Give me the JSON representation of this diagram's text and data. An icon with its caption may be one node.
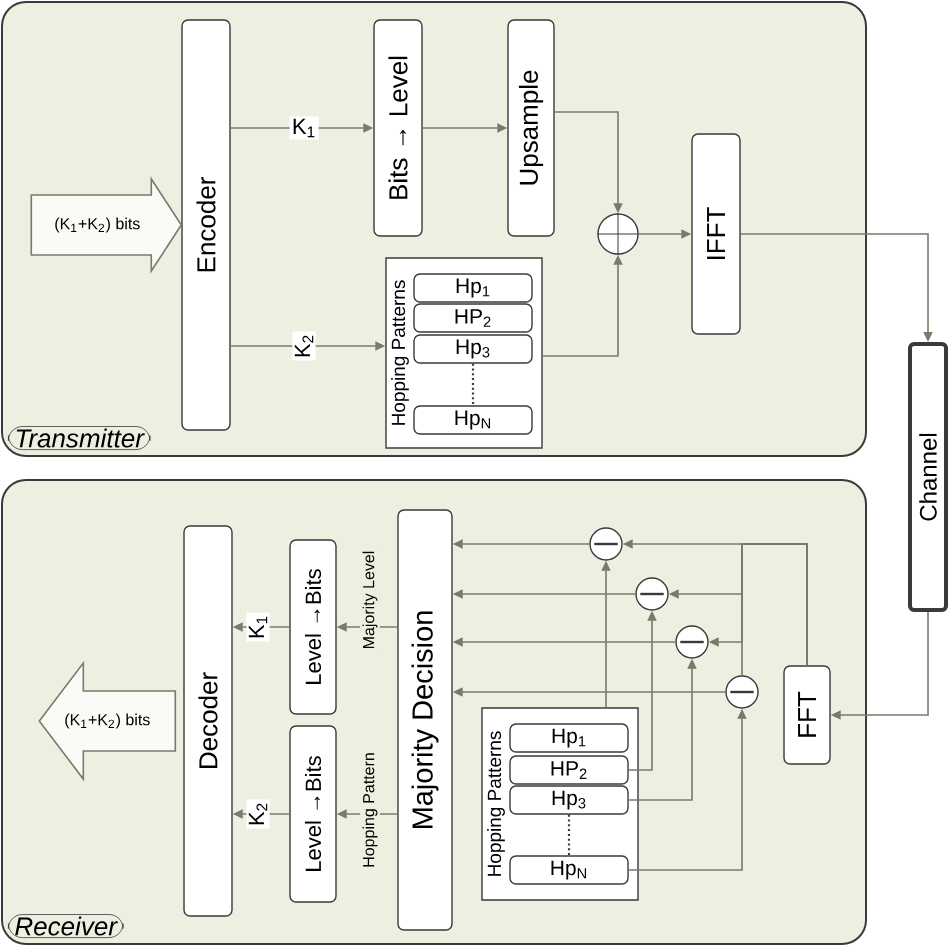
{
  "diagram": {
    "nodes": [
      {
        "text": [
          "Transmitter"
        ]
      },
      {
        "text": [
          "Encoder"
        ],
        "in": 0
      },
      {
        "text": [
          "Bits → Level"
        ],
        "in": 0
      },
      {
        "text": [
          "Upsample"
        ],
        "in": 0
      },
      {
        "text": [],
        "shape": "circle",
        "in": 0
      },
      {
        "text": [
          "IFFT"
        ],
        "in": 0
      },
      {
        "text": [
          "Hopping Patterns"
        ],
        "in": 0
      },
      {
        "text": [
          "Hp$_{1}$"
        ],
        "in": 6
      },
      {
        "text": [
          "HP$_{2}$"
        ],
        "in": 6
      },
      {
        "text": [
          "Hp$_{3}$"
        ],
        "in": 6
      },
      {
        "text": [
          "Hp$_{N}$"
        ],
        "in": 6
      },
      {
        "text": [
          "Channel"
        ]
      },
      {
        "text": [
          "Receiver"
        ]
      },
      {
        "text": [
          "Decoder"
        ],
        "in": 12
      },
      {
        "text": [
          "Level →Bits"
        ],
        "in": 12
      },
      {
        "text": [
          "Level →Bits"
        ],
        "in": 12
      },
      {
        "text": [
          "Majority Decision"
        ],
        "in": 12
      },
      {
        "text": [
          "FFT"
        ],
        "in": 12
      },
      {
        "text": [],
        "shape": "circle",
        "in": 12
      },
      {
        "text": [],
        "shape": "circle",
        "in": 12
      },
      {
        "text": [],
        "shape": "circle",
        "in": 12
      },
      {
        "text": [],
        "shape": "circle",
        "in": 12
      },
      {
        "text": [
          "Hopping Patterns"
        ],
        "in": 12
      },
      {
        "text": [
          "Hp$_{1}$"
        ],
        "in": 22
      },
      {
        "text": [
          "HP$_{2}$"
        ],
        "in": 22
      },
      {
        "text": [
          "Hp$_{3}$"
        ],
        "in": 22
      },
      {
        "text": [
          "Hp$_{N}$"
        ],
        "in": 22
      }
    ],
    "edges": [
      {
        "from": null,
        "to": 1,
        "arrow": "to",
        "label": "(K$_{1}$+K$_{2}$) bits"
      },
      {
        "from": 1,
        "to": 2,
        "arrow": "to",
        "label": "K$_{1}$"
      },
      {
        "from": 1,
        "to": 6,
        "arrow": "to",
        "label": "K$_{2}$"
      },
      {
        "from": 2,
        "to": 3,
        "arrow": "to"
      },
      {
        "from": 3,
        "to": 4,
        "arrow": "to"
      },
      {
        "from": 6,
        "to": 4,
        "arrow": "to"
      },
      {
        "from": 4,
        "to": 5,
        "arrow": "to"
      },
      {
        "from": 5,
        "to": 11,
        "arrow": "to"
      },
      {
        "from": 11,
        "to": 17,
        "arrow": "to"
      },
      {
        "from": 17,
        "to": 18,
        "arrow": "to"
      },
      {
        "from": 17,
        "to": 19,
        "arrow": "to"
      },
      {
        "from": 17,
        "to": 20,
        "arrow": "to"
      },
      {
        "from": 17,
        "to": 21,
        "arrow": "none"
      },
      {
        "from": 18,
        "to": 16,
        "arrow": "to"
      },
      {
        "from": 19,
        "to": 16,
        "arrow": "to"
      },
      {
        "from": 20,
        "to": 16,
        "arrow": "to"
      },
      {
        "from": 21,
        "to": 16,
        "arrow": "to"
      },
      {
        "from": 22,
        "to": 18,
        "arrow": "to"
      },
      {
        "from": 24,
        "to": 19,
        "arrow": "to"
      },
      {
        "from": 25,
        "to": 20,
        "arrow": "to"
      },
      {
        "from": 26,
        "to": 21,
        "arrow": "to"
      },
      {
        "from": 16,
        "to": 14,
        "arrow": "to",
        "label": "Majority Level"
      },
      {
        "from": 16,
        "to": 15,
        "arrow": "to",
        "label": "Hopping Pattern"
      },
      {
        "from": 14,
        "to": 13,
        "arrow": "to",
        "label": "K$_{1}$"
      },
      {
        "from": 15,
        "to": 13,
        "arrow": "to",
        "label": "K$_{2}$"
      },
      {
        "from": 13,
        "to": null,
        "arrow": "to",
        "label": "(K$_{1}$+K$_{2}$) bits"
      },
      {
        "from": 9,
        "to": 10,
        "arrow": "none",
        "style": "dashed"
      },
      {
        "from": 25,
        "to": 26,
        "arrow": "none",
        "style": "dashed"
      }
    ]
  }
}
